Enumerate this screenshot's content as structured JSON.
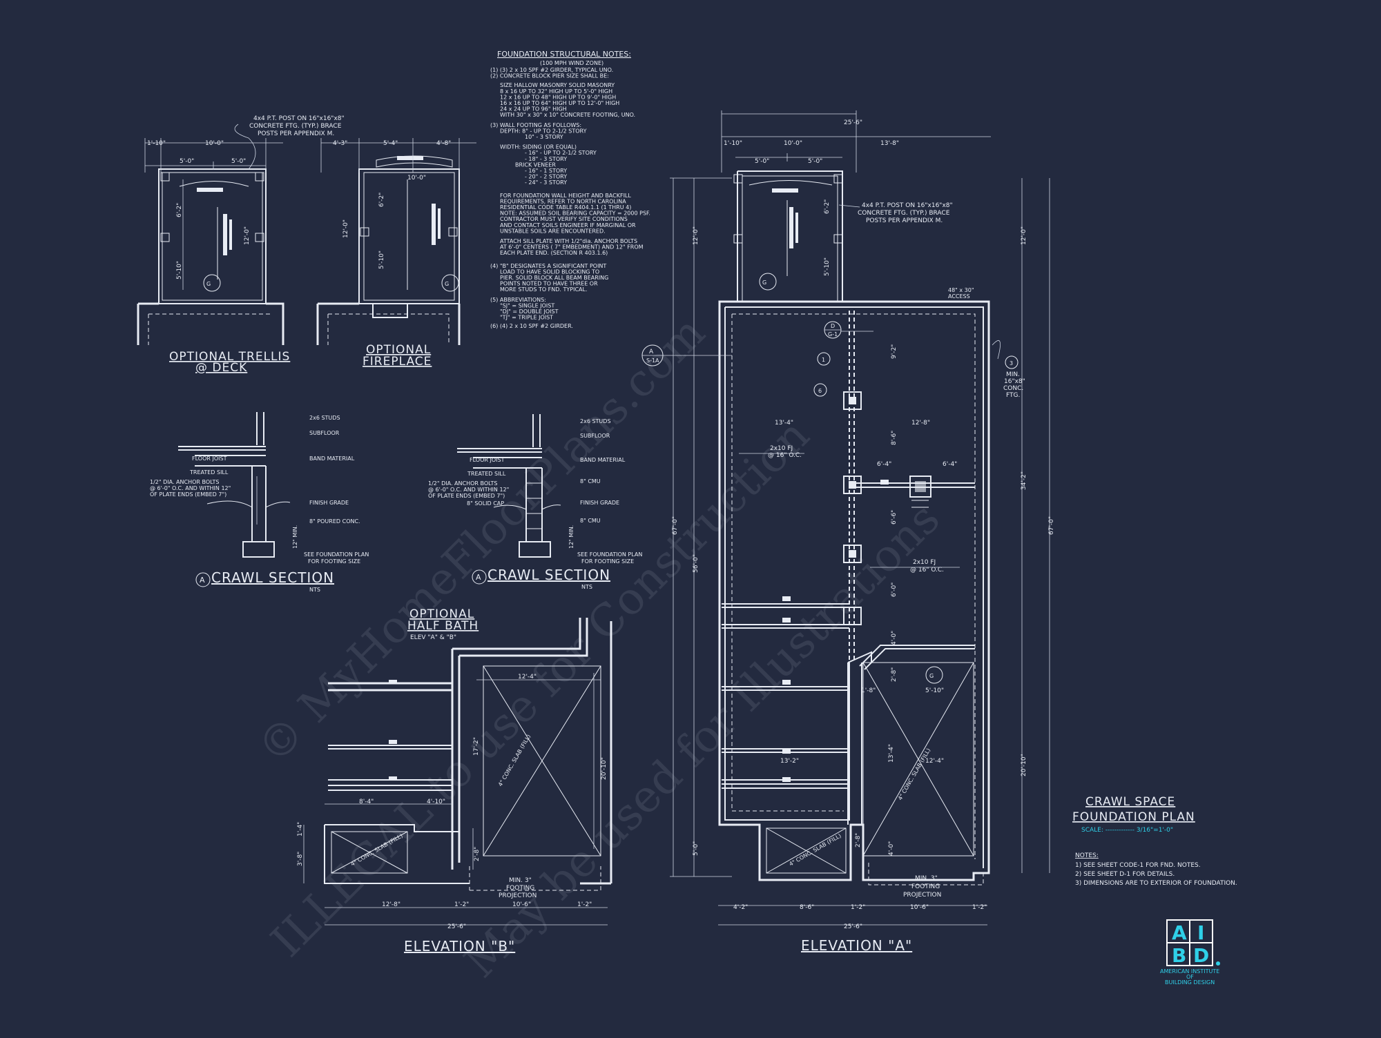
{
  "notes_title": "FOUNDATION STRUCTURAL NOTES:",
  "notes_subtitle": "(100 MPH WIND ZONE)",
  "notes": [
    "(1) (3) 2 x 10 SPF #2 GIRDER, TYPICAL UNO.",
    "(2) CONCRETE BLOCK PIER SIZE SHALL BE:",
    "SIZE     HALLOW MASONRY     SOLID MASONRY",
    "8 x 16      UP TO 32\" HIGH        UP TO 5'-0\" HIGH",
    "12 x 16     UP TO 48\" HIGH        UP TO 9'-0\" HIGH",
    "16 x 16     UP TO 64\" HIGH        UP TO 12'-0\" HIGH",
    "24 x 24     UP TO 96\" HIGH",
    "WITH 30\" x 30\" x 10\" CONCRETE FOOTING, UNO.",
    "(3) WALL FOOTING AS FOLLOWS:",
    "DEPTH:  8\" - UP TO 2-1/2 STORY",
    "10\" - 3 STORY",
    "WIDTH:  SIDING (OR EQUAL)",
    "- 16\" - UP TO 2-1/2 STORY",
    "- 18\" - 3 STORY",
    "BRICK VENEER",
    "- 16\" - 1 STORY",
    "- 20\" - 2 STORY",
    "- 24\" - 3 STORY",
    "FOR FOUNDATION WALL HEIGHT AND BACKFILL",
    "REQUIREMENTS, REFER TO NORTH CAROLINA",
    "RESIDENTIAL CODE TABLE R404.1.1 (1 THRU 4)",
    "NOTE: ASSUMED SOIL BEARING CAPACITY = 2000 PSF.",
    "CONTRACTOR MUST VERIFY SITE CONDITIONS",
    "AND CONTACT SOILS ENGINEER IF MARGINAL OR",
    "UNSTABLE SOILS ARE ENCOUNTERED.",
    "ATTACH SILL PLATE WITH 1/2\"dia. ANCHOR BOLTS",
    "AT 6'-0\" CENTERS ( 7\" EMBEDMENT) AND 12\" FROM",
    "EACH PLATE END. (SECTION R 403.1.6)",
    "(4) \"B\" DESIGNATES A SIGNIFICANT POINT",
    "LOAD TO HAVE SOLID BLOCKING TO",
    "PIER. SOLID BLOCK ALL BEAM BEARING",
    "POINTS NOTED TO HAVE THREE OR",
    "MORE STUDS TO FND. TYPICAL.",
    "(5) ABBREVIATIONS:",
    "\"SJ\" = SINGLE JOIST",
    "\"DJ\" = DOUBLE JOIST",
    "\"TJ\" = TRIPLE JOIST",
    "(6) (4) 2 x 10 SPF #2 GIRDER."
  ],
  "trellis": {
    "title1": "OPTIONAL TRELLIS",
    "title2": "@ DECK",
    "callout1": "4x4 P.T. POST ON 16\"x16\"x8\"",
    "callout2": "CONCRETE FTG. (TYP.) BRACE",
    "callout3": "POSTS PER APPENDIX M.",
    "dims": [
      "1'-10\"",
      "10'-0\"",
      "5'-0\"",
      "5'-0\"",
      "6'-2\"",
      "12'-0\"",
      "5'-10\""
    ]
  },
  "fireplace": {
    "title1": "OPTIONAL",
    "title2": "FIREPLACE",
    "dims": [
      "4'-3\"",
      "5'-4\"",
      "4'-8\"",
      "10'-0\"",
      "6'-2\"",
      "12'-0\"",
      "5'-10\""
    ]
  },
  "section1": {
    "title": "CRAWL SECTION",
    "marker": "A",
    "scale": "NTS",
    "labels": [
      "2x6 STUDS",
      "SUBFLOOR",
      "FLOOR JOIST",
      "BAND MATERIAL",
      "TREATED SILL",
      "1/2\" DIA. ANCHOR BOLTS",
      "@ 6'-0\" O.C. AND WITHIN 12\"",
      "OF PLATE ENDS (EMBED 7\")",
      "FINISH GRADE",
      "8\" POURED CONC.",
      "12\" MIN.",
      "SEE FOUNDATION PLAN",
      "FOR FOOTING SIZE"
    ]
  },
  "section2": {
    "title": "CRAWL SECTION",
    "marker": "A",
    "scale": "NTS",
    "labels": [
      "2x6 STUDS",
      "SUBFLOOR",
      "FLOOR JOIST",
      "BAND MATERIAL",
      "TREATED SILL",
      "1/2\" DIA. ANCHOR BOLTS",
      "@ 6'-0\" O.C. AND WITHIN 12\"",
      "OF PLATE ENDS (EMBED 7\")",
      "8\" SOLID CAP",
      "8\" CMU",
      "FINISH GRADE",
      "8\" CMU",
      "12\" MIN.",
      "SEE FOUNDATION PLAN",
      "FOR FOOTING SIZE"
    ]
  },
  "halfbath": {
    "title1": "OPTIONAL",
    "title2": "HALF BATH",
    "title3": "ELEV \"A\" & \"B\""
  },
  "elev_b": {
    "title": "ELEVATION \"B\"",
    "dims": [
      "12'-4\"",
      "17'-2\"",
      "20'-10\"",
      "8'-4\"",
      "4'-10\"",
      "1'-4\"",
      "3'-8\"",
      "2'-8\"",
      "12'-8\"",
      "1'-2\"",
      "10'-6\"",
      "1'-2\"",
      "25'-6\""
    ],
    "slab": "4\" CONC. SLAB (FILL)",
    "footing1": "MIN. 3\"",
    "footing2": "FOOTING",
    "footing3": "PROJECTION"
  },
  "elev_a": {
    "title": "ELEVATION \"A\"",
    "dims_top": [
      "25'-6\"",
      "1'-10\"",
      "10'-0\"",
      "13'-8\"",
      "5'-0\"",
      "5'-0\""
    ],
    "dims": [
      "12'-0\"",
      "6'-2\"",
      "5'-10\"",
      "67'-0\"",
      "56'-0\"",
      "5'-0\"",
      "9'-2\"",
      "13'-4\"",
      "12'-8\"",
      "8'-6\"",
      "6'-4\"",
      "6'-4\"",
      "6'-6\"",
      "6'-0\"",
      "4'-0\"",
      "2'-8\"",
      "1'-8\"",
      "5'-10\"",
      "13'-2\"",
      "12'-4\"",
      "13'-4\"",
      "4'-0\"",
      "2'-8\"",
      "4'-2\"",
      "8'-6\"",
      "1'-2\"",
      "10'-6\"",
      "1'-2\"",
      "25'-6\"",
      "12'-0\"",
      "34'-2\"",
      "67'-0\"",
      "20'-10\""
    ],
    "fj": "2x10 FJ",
    "fj_oc": "@ 16\" O.C.",
    "access1": "48\" x 30\"",
    "access2": "ACCESS",
    "post1": "4x4 P.T. POST ON 16\"x16\"x8\"",
    "post2": "CONCRETE FTG. (TYP.) BRACE",
    "post3": "POSTS PER APPENDIX M.",
    "min1": "MIN.",
    "min2": "16\"x8\"",
    "min3": "CONC.",
    "min4": "FTG.",
    "marker_a": "A",
    "marker_a_sheet": "S-1A",
    "marker_d": "D",
    "marker_d_sheet": "G-1",
    "footing1": "MIN. 3\"",
    "footing2": "FOOTING",
    "footing3": "PROJECTION",
    "slab": "4\" CONC. SLAB (FILL)"
  },
  "plan_title": {
    "line1": "CRAWL SPACE",
    "line2": "FOUNDATION PLAN",
    "scale": "SCALE: ------------- 3/16\"=1'-0\""
  },
  "plan_notes": {
    "head": "NOTES:",
    "items": [
      "1) SEE SHEET CODE-1 FOR FND. NOTES.",
      "2) SEE SHEET D-1 FOR DETAILS.",
      "3) DIMENSIONS ARE TO EXTERIOR OF FOUNDATION."
    ]
  },
  "logo": {
    "l1": "A",
    "l2": "I",
    "l3": "B",
    "l4": "D",
    "name1": "AMERICAN INSTITUTE",
    "name2": "OF",
    "name3": "BUILDING DESIGN",
    "color": "#2fd0e8"
  },
  "watermark": {
    "line1": "© MyHomeFloorPlans.com",
    "line2": "ILLEGAL to use for Construction",
    "line3": "May be used for Illustrations"
  },
  "colors": {
    "background": "#232a3f",
    "ink": "#e8ecf4",
    "accent": "#2fd0e8"
  }
}
